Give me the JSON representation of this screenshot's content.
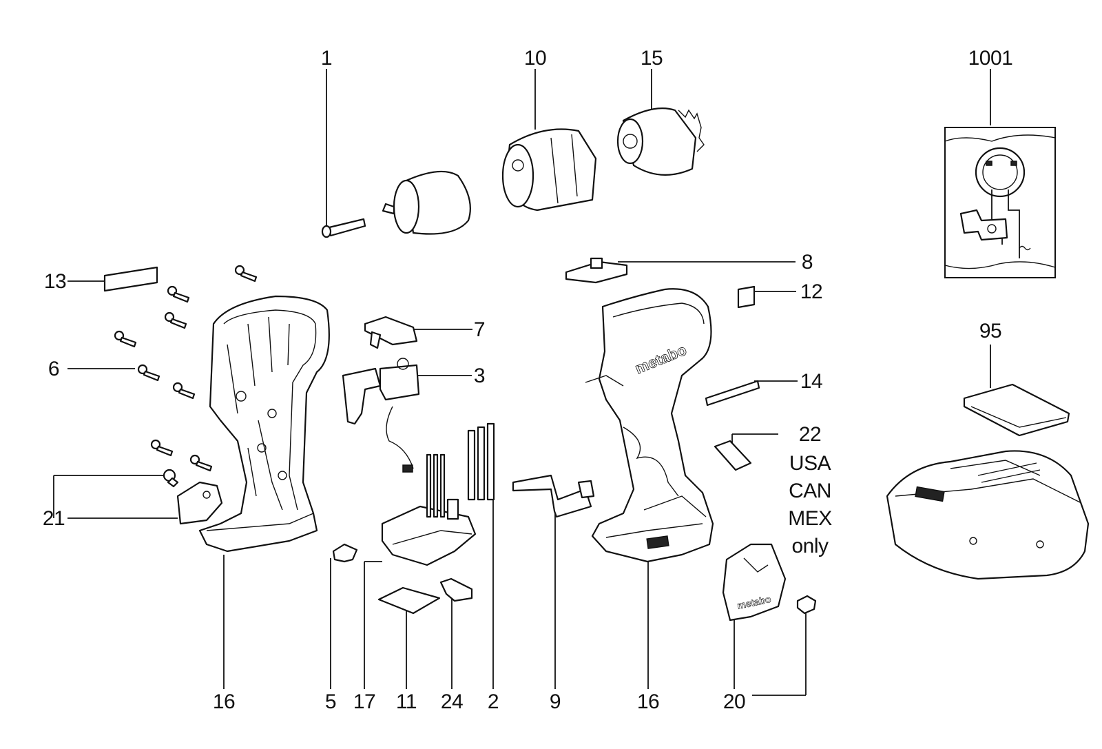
{
  "labels": {
    "p1": "1",
    "p10": "10",
    "p15": "15",
    "p1001": "1001",
    "p13": "13",
    "p8": "8",
    "p12": "12",
    "p7": "7",
    "p6": "6",
    "p3": "3",
    "p14": "14",
    "p95": "95",
    "p22": "22",
    "p21": "21",
    "p16a": "16",
    "p5": "5",
    "p17": "17",
    "p11": "11",
    "p24": "24",
    "p2": "2",
    "p9": "9",
    "p16b": "16",
    "p20": "20"
  },
  "note": [
    "USA",
    "CAN",
    "MEX",
    "only"
  ],
  "brand": {
    "housing": "metabo",
    "cover": "metabo"
  }
}
